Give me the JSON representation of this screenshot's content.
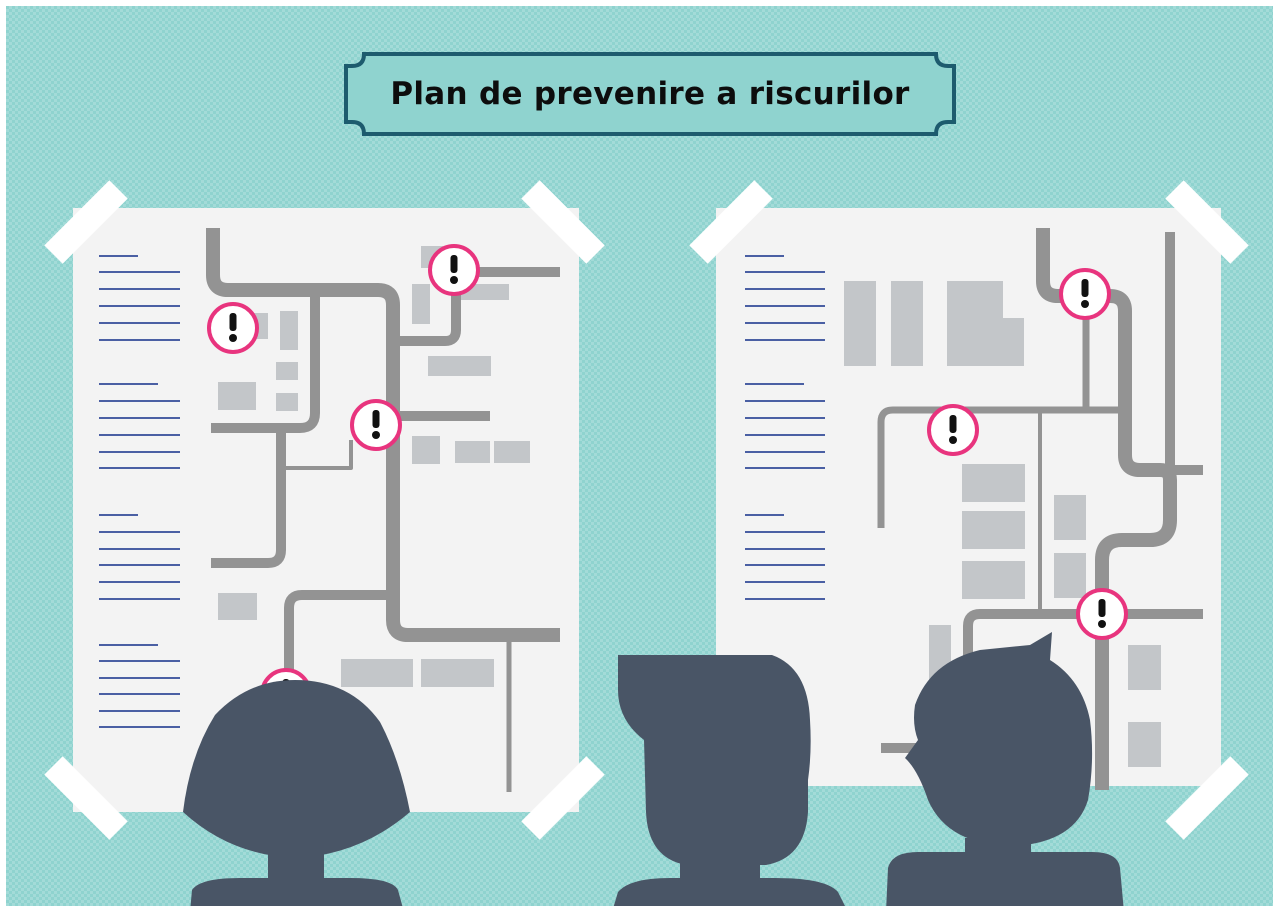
{
  "title": "Plan de prevenire a riscurilor",
  "colors": {
    "background": "#8fd3cf",
    "frame": "#1d5b6e",
    "poster": "#f3f3f3",
    "road": "#939393",
    "building": "#c3c6c9",
    "text_lines": "#4a5fa3",
    "hazard": "#e8347e",
    "silhouette": "#495566",
    "tape": "#ffffff"
  },
  "icons": {
    "hazard_marker": "exclamation-in-circle",
    "people": "person-silhouette"
  }
}
